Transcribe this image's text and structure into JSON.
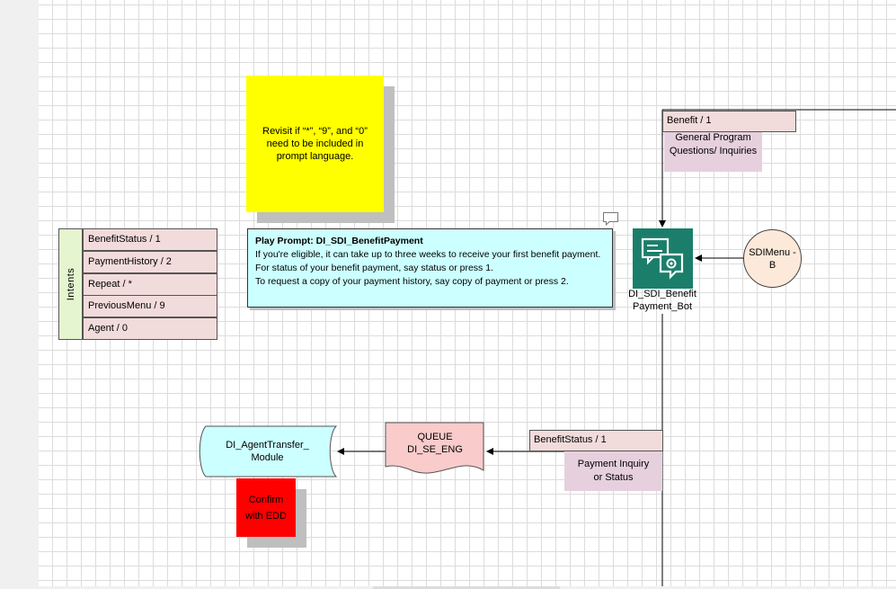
{
  "sticky_note": {
    "text": "Revisit if “*”, “9”, and “0” need to be included in prompt language."
  },
  "prompt": {
    "title": "Play Prompt: DI_SDI_BenefitPayment",
    "line1": "If you're eligible, it can take up to three weeks to receive your first benefit payment.",
    "line2": "For status of your benefit payment, say status or press 1.",
    "line3": "To request a copy of your payment history, say copy of payment or press 2."
  },
  "intents": {
    "label": "Intents",
    "items": [
      {
        "label": "BenefitStatus / 1"
      },
      {
        "label": "PaymentHistory / 2"
      },
      {
        "label": "Repeat / *"
      },
      {
        "label": "PreviousMenu / 9"
      },
      {
        "label": "Agent / 0"
      }
    ]
  },
  "benefit_tag": {
    "label": "Benefit / 1"
  },
  "general_program": {
    "text": "General Program Questions/ Inquiries"
  },
  "bot": {
    "line1": "DI_SDI_Benefit",
    "line2": "Payment_Bot"
  },
  "sdimenu": {
    "line1": "SDIMenu -",
    "line2": "B"
  },
  "benefit_status_tag": {
    "label": "BenefitStatus / 1"
  },
  "payment_inquiry": {
    "line1": "Payment Inquiry",
    "line2": "or Status"
  },
  "queue": {
    "line1": "QUEUE",
    "line2": "DI_SE_ENG"
  },
  "agent_transfer": {
    "line1": "DI_AgentTransfer_",
    "line2": "Module"
  },
  "confirm": {
    "line1": "Confirm",
    "line2": "with EDD"
  },
  "colors": {
    "sticky": "#ffff00",
    "prompt_bg": "#ccffff",
    "intent_row": "#f2dcdb",
    "intents_label": "#e5f5cf",
    "bot_icon": "#1b7e6b",
    "circle": "#fde9d9",
    "red": "#ff0000"
  },
  "icons": {
    "comment": "comment-icon",
    "bot": "chat-bot-icon"
  }
}
